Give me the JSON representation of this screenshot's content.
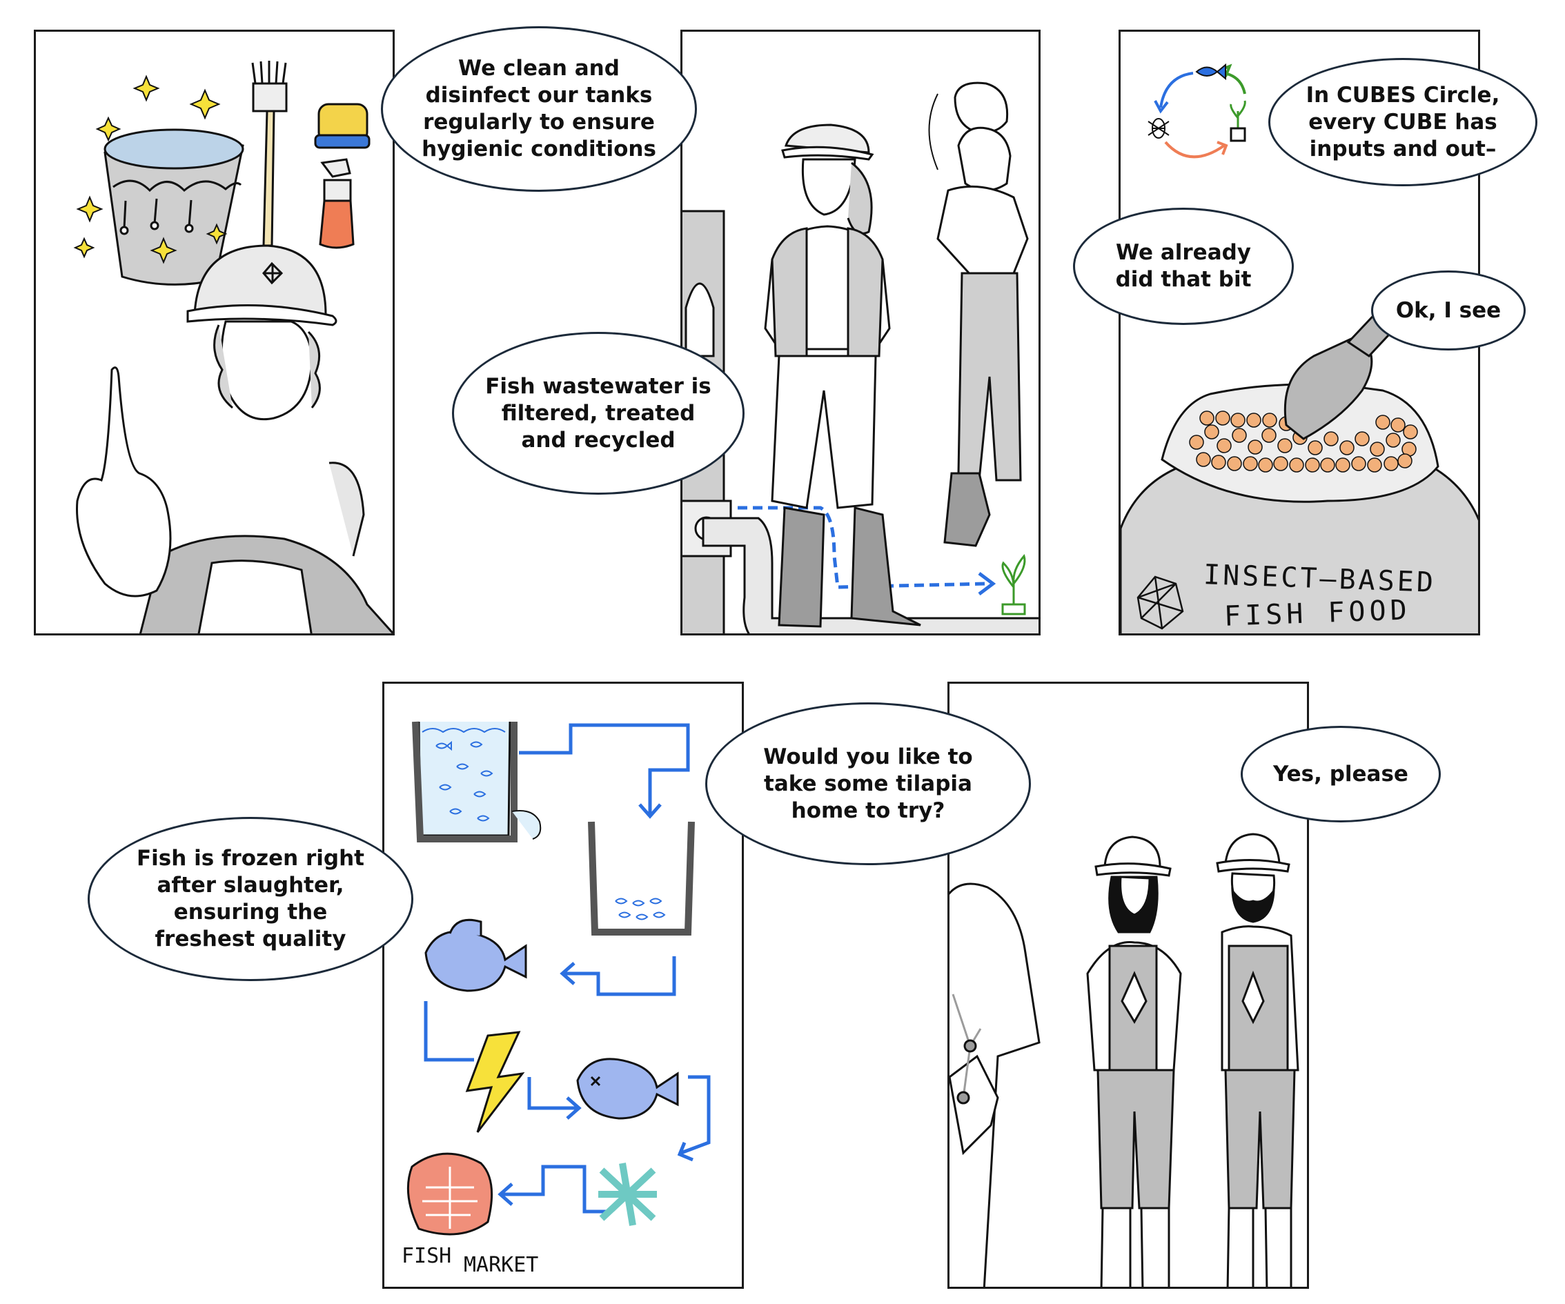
{
  "panels": [
    {
      "id": "p1",
      "bubbles": [
        {
          "text": "We clean and\ndisinfect our tanks\nregularly to ensure\nhygienic conditions"
        }
      ]
    },
    {
      "id": "p2",
      "bubbles": [
        {
          "text": "Fish wastewater is\nfiltered, treated\nand recycled"
        }
      ]
    },
    {
      "id": "p3",
      "bubbles": [
        {
          "text": "In CUBES Circle,\nevery CUBE has\ninputs and out–"
        },
        {
          "text": "We already\ndid that bit"
        },
        {
          "text": "Ok, I see"
        }
      ],
      "sack_label_line1": "INSECT–BASED",
      "sack_label_line2": "FISH FOOD"
    },
    {
      "id": "p4",
      "bubbles": [
        {
          "text": "Fish is frozen right\nafter slaughter,\nensuring the\nfreshest quality"
        }
      ],
      "label_fish": "FISH",
      "label_market": "MARKET"
    },
    {
      "id": "p5",
      "bubbles": [
        {
          "text": "Would you like to\ntake some tilapia\nhome to try?"
        },
        {
          "text": "Yes, please"
        }
      ]
    }
  ],
  "colors": {
    "arrow_blue": "#2b6fe0",
    "bucket_gray": "#c9c9c9",
    "pellet_orange": "#f2b07a",
    "plant_green": "#3c9a2a",
    "spray_orange": "#ef7d55",
    "sponge_yellow": "#f3d34a",
    "fish_blue": "#9fb6ef",
    "bolt_yellow": "#f7e13a",
    "salmon": "#f08f7a",
    "snow_teal": "#6ec9c3"
  }
}
